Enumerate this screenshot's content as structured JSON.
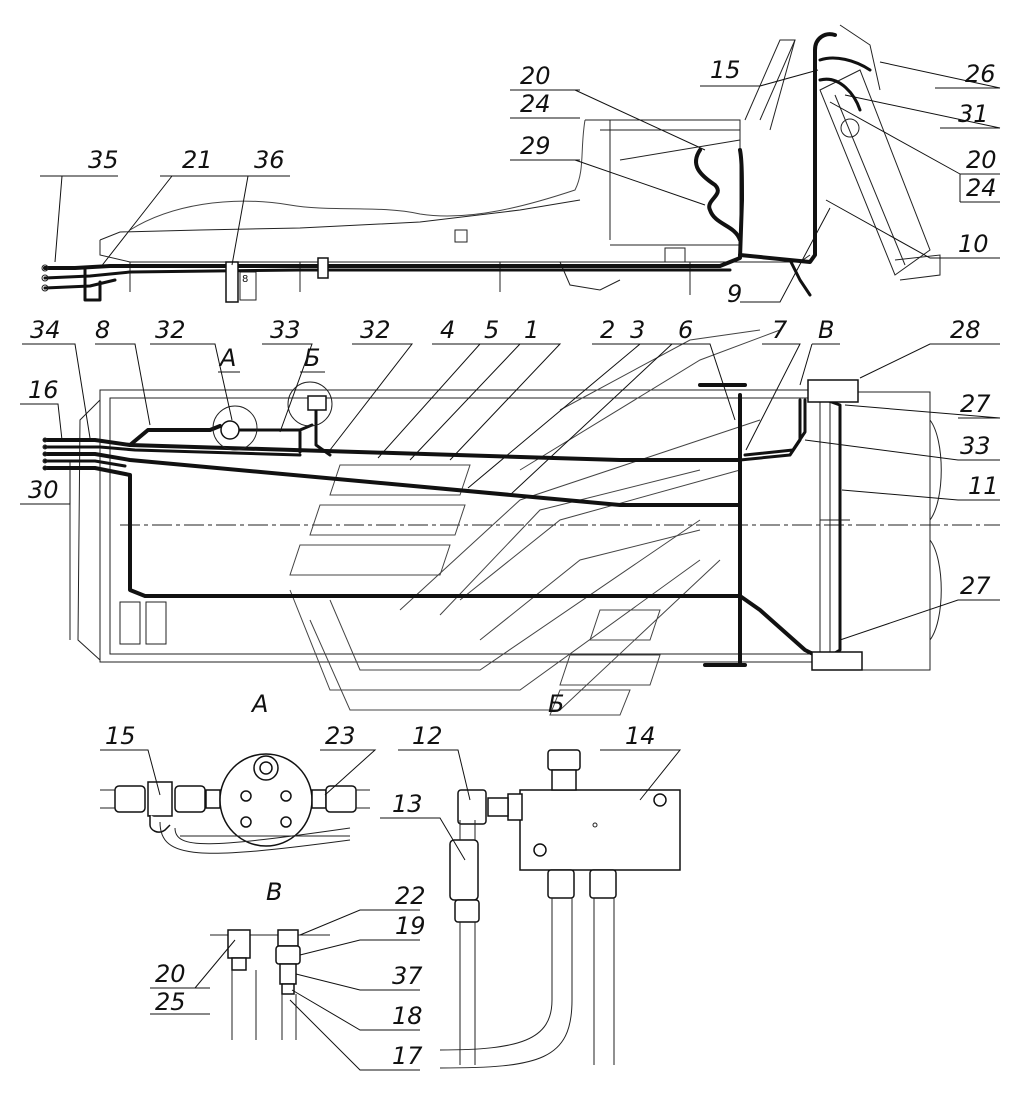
{
  "labels": {
    "top_view": [
      "35",
      "21",
      "36",
      "20",
      "24",
      "29",
      "15",
      "26",
      "31",
      "20",
      "24",
      "10",
      "9"
    ],
    "plan_view": [
      "34",
      "8",
      "32",
      "А",
      "33",
      "Б",
      "32",
      "4",
      "5",
      "1",
      "2",
      "3",
      "6",
      "7",
      "В",
      "28",
      "16",
      "30",
      "27",
      "33",
      "11",
      "27"
    ],
    "detail_a": [
      "А",
      "15",
      "23"
    ],
    "detail_b": [
      "Б",
      "12",
      "14",
      "13"
    ],
    "detail_v": [
      "В",
      "22",
      "19",
      "20",
      "25",
      "37",
      "18",
      "17"
    ]
  },
  "small_marks": [
    "8"
  ]
}
